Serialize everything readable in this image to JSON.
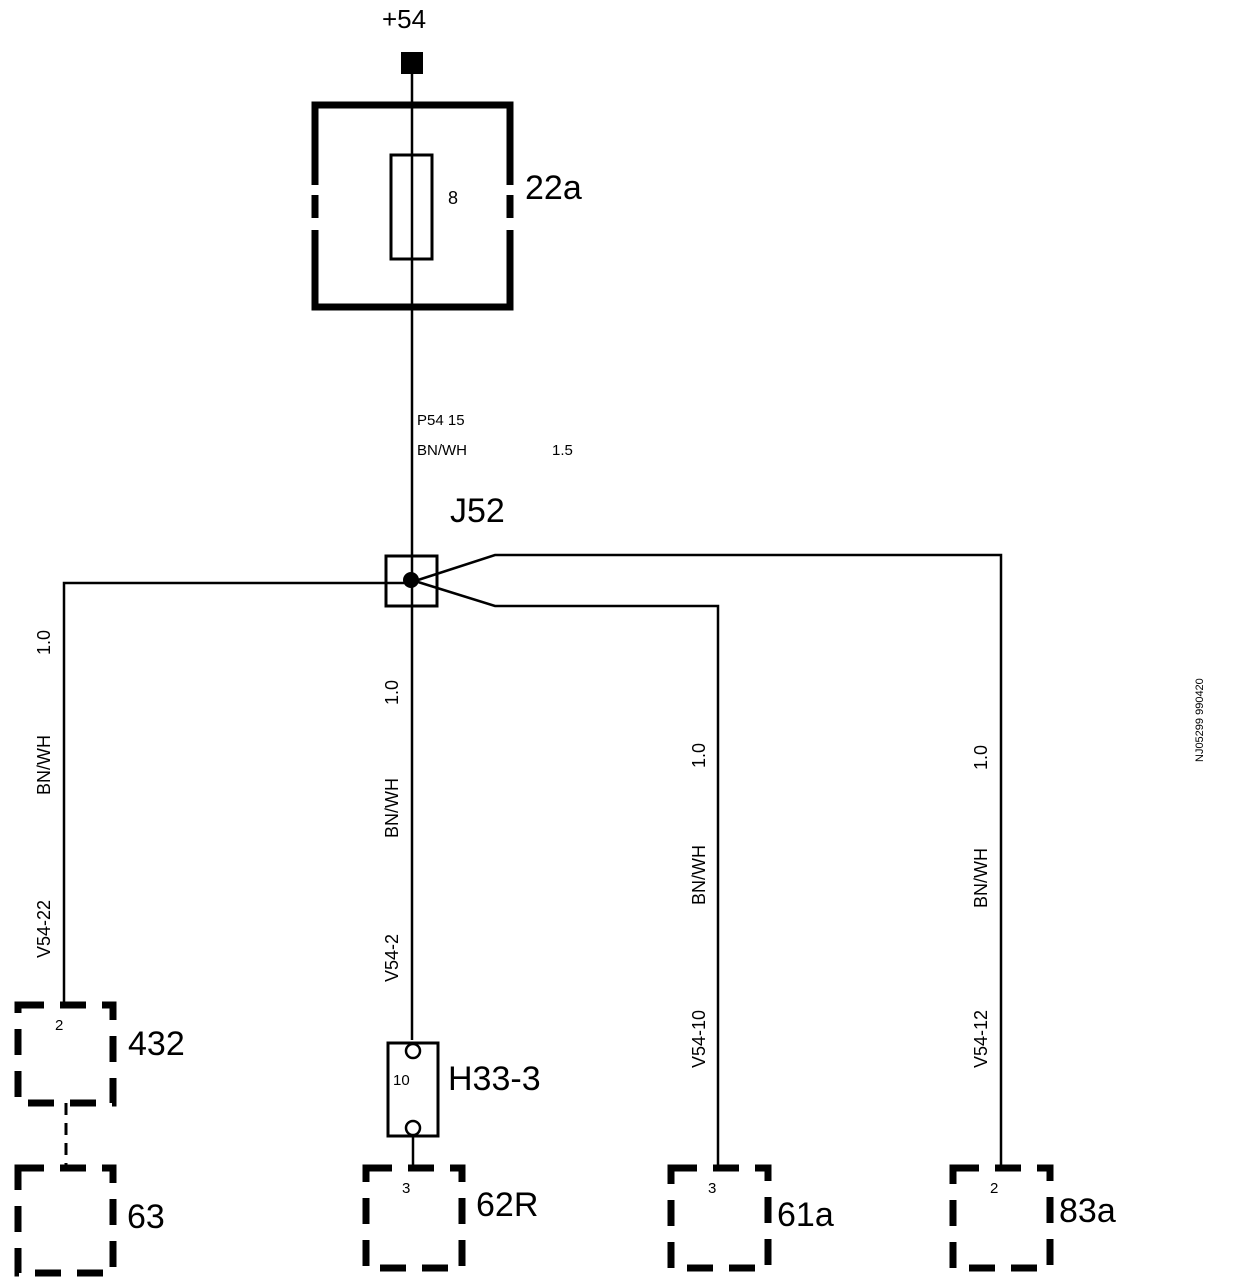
{
  "supply": {
    "label": "+54"
  },
  "fuse_box": {
    "label": "22a",
    "fuse_number": "8"
  },
  "main_wire": {
    "code": "P54 15",
    "color": "BN/WH",
    "gauge": "1.5"
  },
  "junction": {
    "label": "J52"
  },
  "branches": [
    {
      "id": "432",
      "wire_code": "V54-22",
      "color": "BN/WH",
      "gauge": "1.0",
      "pin": "2",
      "connector": "432"
    },
    {
      "id": "62R",
      "wire_code": "V54-2",
      "color": "BN/WH",
      "gauge": "1.0",
      "pin": "3",
      "connector": "62R"
    },
    {
      "id": "61a",
      "wire_code": "V54-10",
      "color": "BN/WH",
      "gauge": "1.0",
      "pin": "3",
      "connector": "61a"
    },
    {
      "id": "83a",
      "wire_code": "V54-12",
      "color": "BN/WH",
      "gauge": "1.0",
      "pin": "2",
      "connector": "83a"
    }
  ],
  "connector_63": {
    "label": "63"
  },
  "inline_connector": {
    "label": "H33-3",
    "pin": "10"
  },
  "doc_ref": "NJ05299 990420"
}
